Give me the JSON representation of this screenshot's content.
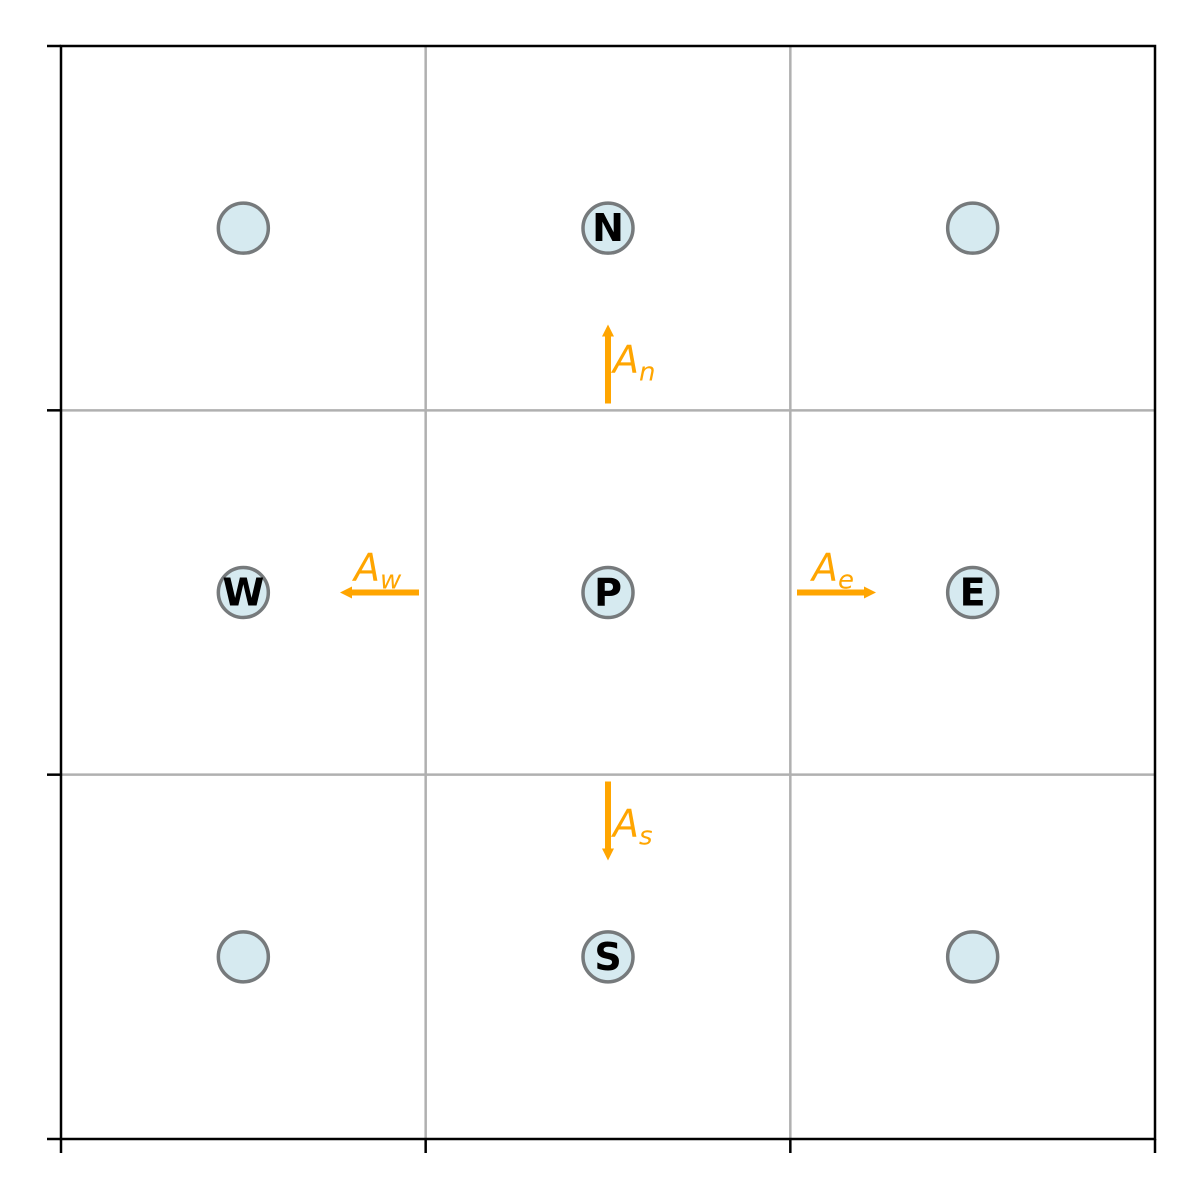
{
  "colors": {
    "background": "#ffffff",
    "frame": "#000000",
    "grid": "#b0b0b0",
    "node_fill": "#d6eaf0",
    "node_stroke": "#767a7c",
    "arrow": "#ffa500"
  },
  "grid": {
    "cols": 3,
    "rows": 3
  },
  "nodes": [
    {
      "id": "nw",
      "col": 0,
      "row": 0,
      "label": ""
    },
    {
      "id": "n",
      "col": 1,
      "row": 0,
      "label": "N"
    },
    {
      "id": "ne",
      "col": 2,
      "row": 0,
      "label": ""
    },
    {
      "id": "w",
      "col": 0,
      "row": 1,
      "label": "W"
    },
    {
      "id": "p",
      "col": 1,
      "row": 1,
      "label": "P"
    },
    {
      "id": "e",
      "col": 2,
      "row": 1,
      "label": "E"
    },
    {
      "id": "sw",
      "col": 0,
      "row": 2,
      "label": ""
    },
    {
      "id": "s",
      "col": 1,
      "row": 2,
      "label": "S"
    },
    {
      "id": "se",
      "col": 2,
      "row": 2,
      "label": ""
    }
  ],
  "face_areas": [
    {
      "id": "a-n",
      "direction": "north",
      "main": "A",
      "sub": "n"
    },
    {
      "id": "a-s",
      "direction": "south",
      "main": "A",
      "sub": "s"
    },
    {
      "id": "a-w",
      "direction": "west",
      "main": "A",
      "sub": "w"
    },
    {
      "id": "a-e",
      "direction": "east",
      "main": "A",
      "sub": "e"
    }
  ]
}
